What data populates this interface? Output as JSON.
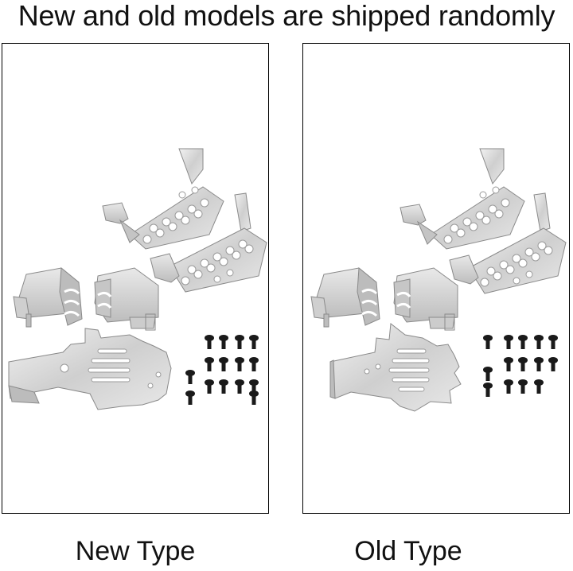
{
  "headline": "New and old models are shipped randomly",
  "panels": [
    {
      "id": "new",
      "caption": "New Type",
      "screw_count": 16
    },
    {
      "id": "old",
      "caption": "Old Type",
      "screw_count": 14
    }
  ],
  "colors": {
    "metal": "#d9d9d9",
    "metal_shade": "#b3b3b3",
    "metal_edge": "#8a8a8a",
    "screw": "#1a1a1a",
    "frame": "#000000"
  }
}
